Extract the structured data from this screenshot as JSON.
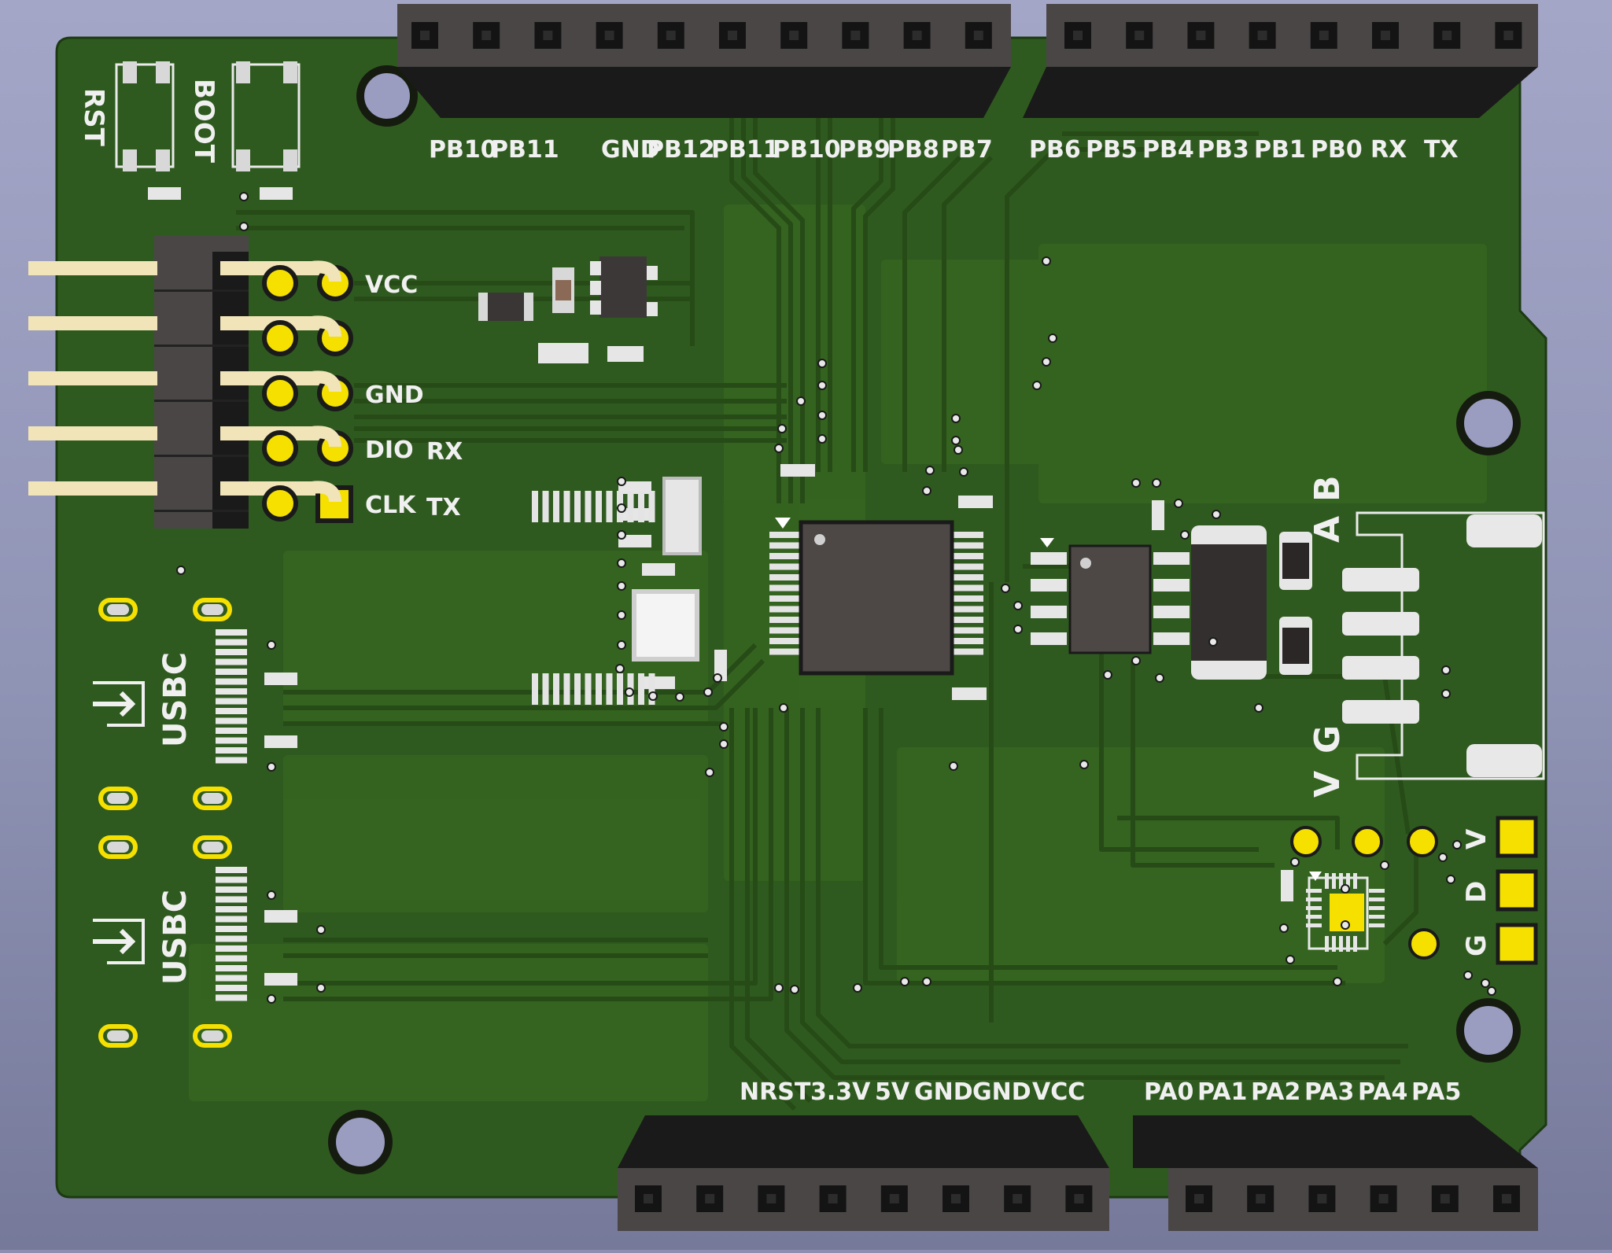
{
  "board": {
    "colors": {
      "background": "#9497b8",
      "soldermask": "#2f5a1f",
      "copper_fill": "#3a6a27",
      "trace": "#2a5119",
      "silkscreen": "#f2f2f2",
      "pad_gold": "#f5e000",
      "header_black": "#1a1a1a",
      "header_gray": "#4a4646",
      "ic_body": "#4d4846"
    },
    "buttons": {
      "rst": "RST",
      "boot": "BOOT"
    },
    "prog_header": {
      "pins": [
        "VCC",
        "",
        "GND",
        "DIO",
        "CLK"
      ],
      "rx": "RX",
      "tx": "TX"
    },
    "top_header_left": [
      "PB10",
      "PB11",
      "",
      "GND",
      "PB12",
      "PB11",
      "PB10",
      "PB9",
      "PB8",
      "PB7"
    ],
    "top_header_right": [
      "PB6",
      "PB5",
      "PB4",
      "PB3",
      "PB1",
      "PB0",
      "RX",
      "TX"
    ],
    "bottom_header_left": [
      "NRST",
      "3.3V",
      "5V",
      "GND",
      "GND",
      "VCC"
    ],
    "bottom_header_right": [
      "PA0",
      "PA1",
      "PA2",
      "PA3",
      "PA4",
      "PA5"
    ],
    "usb_ports": [
      {
        "label": "USBC"
      },
      {
        "label": "USBC"
      }
    ],
    "rs485": {
      "a": "A",
      "b": "B",
      "v": "V",
      "g": "G"
    },
    "sensor_pads": [
      "V",
      "D",
      "G"
    ]
  }
}
